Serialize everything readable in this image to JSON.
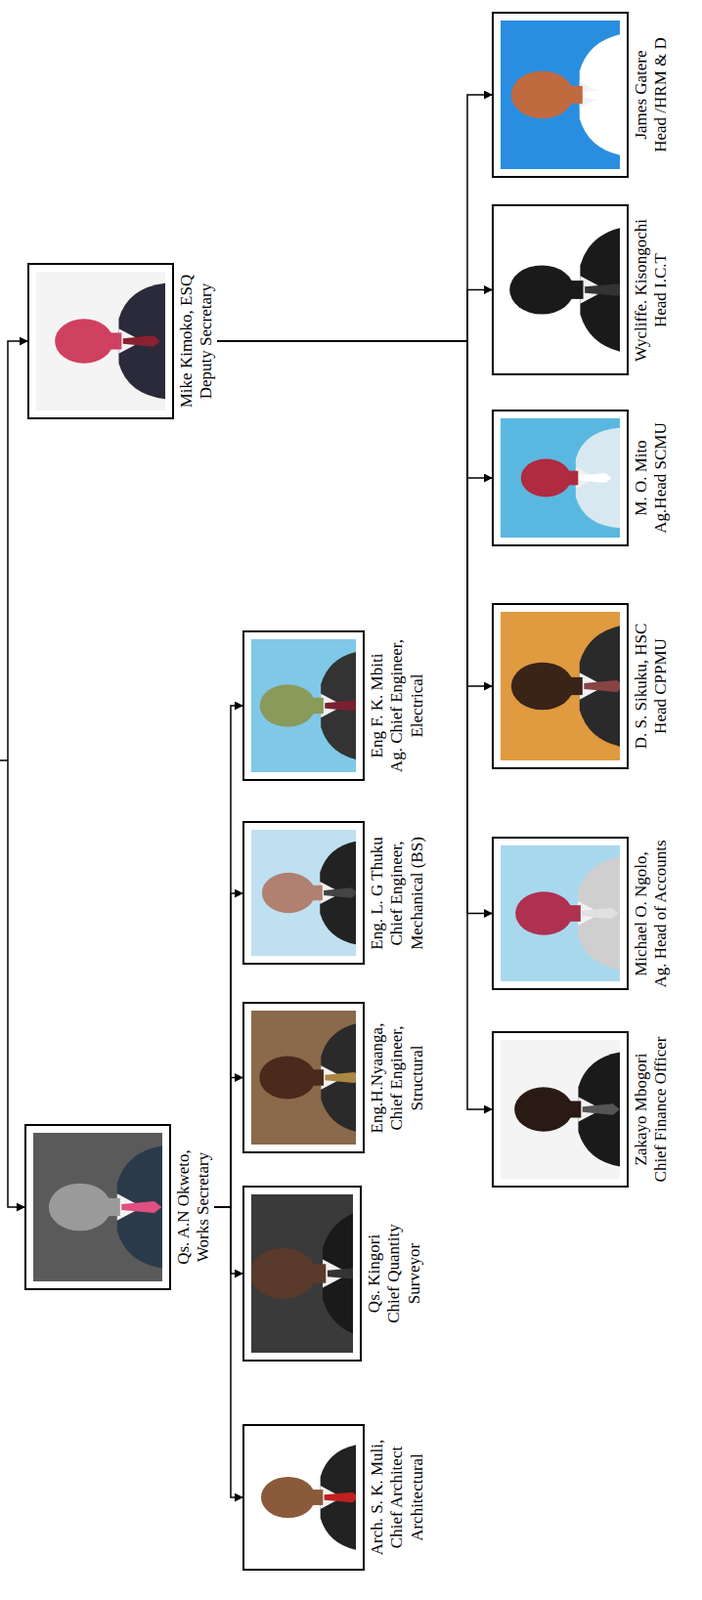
{
  "diagram": {
    "nodes": [
      {
        "text": [
          "Qs. A.N Okweto,",
          "Works Secretary"
        ]
      },
      {
        "text": [
          "Mike Kimoko, ESQ",
          "Deputy Secretary"
        ]
      },
      {
        "text": [
          "Arch. S. K. Muli,",
          "Chief Architect Architectural"
        ]
      },
      {
        "text": [
          "Qs. Kingori",
          "Chief Quantity Surveyor"
        ]
      },
      {
        "text": [
          "Eng.H.Nyaanga,",
          "Chief Engineer, Structural"
        ]
      },
      {
        "text": [
          "Eng. L. G Thuku",
          "Chief Engineer, Mechanical (BS)"
        ]
      },
      {
        "text": [
          "Eng F. K. Mbiti",
          "Ag. Chief Engineer, Electrical"
        ]
      },
      {
        "text": [
          "Zakayo Mbogori",
          "Chief Finance Officer"
        ]
      },
      {
        "text": [
          "Michael O. Ngolo,",
          "Ag. Head of Accounts"
        ]
      },
      {
        "text": [
          "D. S. Sikuku, HSC",
          "Head CPPMU"
        ]
      },
      {
        "text": [
          "M. O. Mito",
          "Ag.Head SCMU"
        ]
      },
      {
        "text": [
          "Wycliffe. Kisongochi",
          "Head I.C.T"
        ]
      },
      {
        "text": [
          "James Gatere",
          "Head /HRM & D"
        ]
      }
    ],
    "edges": [
      {
        "from": 0,
        "to": 1,
        "arrow": "both"
      },
      {
        "from": 0,
        "to": 2,
        "arrow": "to"
      },
      {
        "from": 0,
        "to": 3,
        "arrow": "to"
      },
      {
        "from": 0,
        "to": 4,
        "arrow": "to"
      },
      {
        "from": 0,
        "to": 5,
        "arrow": "to"
      },
      {
        "from": 0,
        "to": 6,
        "arrow": "to"
      },
      {
        "from": 1,
        "to": 7,
        "arrow": "to"
      },
      {
        "from": 1,
        "to": 8,
        "arrow": "to"
      },
      {
        "from": 1,
        "to": 9,
        "arrow": "to"
      },
      {
        "from": 1,
        "to": 10,
        "arrow": "to"
      },
      {
        "from": 1,
        "to": 11,
        "arrow": "to"
      },
      {
        "from": 1,
        "to": 12,
        "arrow": "to"
      }
    ]
  }
}
